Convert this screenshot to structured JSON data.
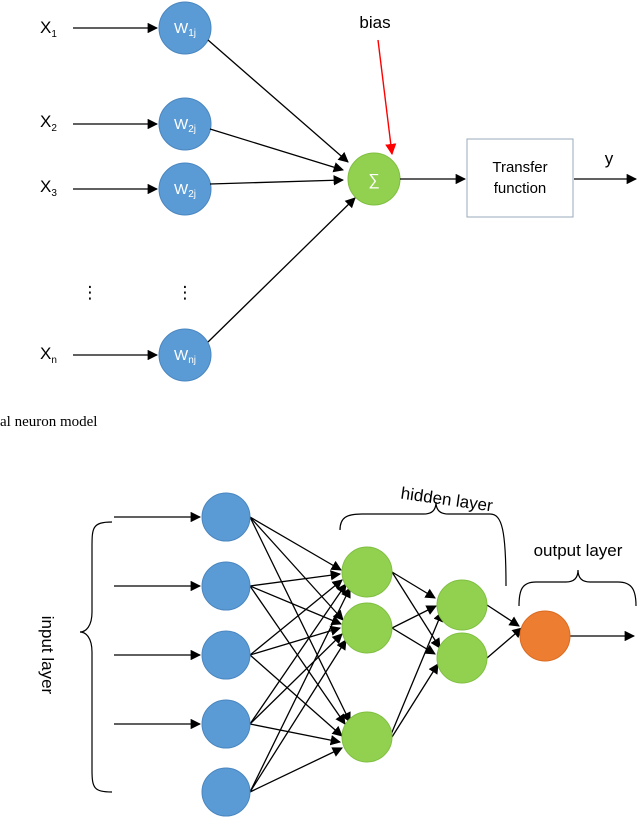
{
  "neuron_model": {
    "inputs": [
      {
        "base": "X",
        "sub": "1"
      },
      {
        "base": "X",
        "sub": "2"
      },
      {
        "base": "X",
        "sub": "3"
      },
      {
        "base": "X",
        "sub": "n"
      }
    ],
    "weights": [
      {
        "base": "W",
        "sub": "1j"
      },
      {
        "base": "W",
        "sub": "2j"
      },
      {
        "base": "W",
        "sub": "2j"
      },
      {
        "base": "W",
        "sub": "nj"
      }
    ],
    "ellipsis": "⋮",
    "bias_label": "bias",
    "sum_symbol": "∑",
    "transfer_line1": "Transfer",
    "transfer_line2": "function",
    "output_label": "y",
    "caption": "al neuron model"
  },
  "network": {
    "input_layer_label": "input layer",
    "hidden_layer_label": "hidden layer",
    "output_layer_label": "output layer"
  },
  "colors": {
    "input_node": "#5b9bd5",
    "hidden_node": "#92d050",
    "output_node": "#ed7d31",
    "bias_arrow": "#ff0000"
  }
}
